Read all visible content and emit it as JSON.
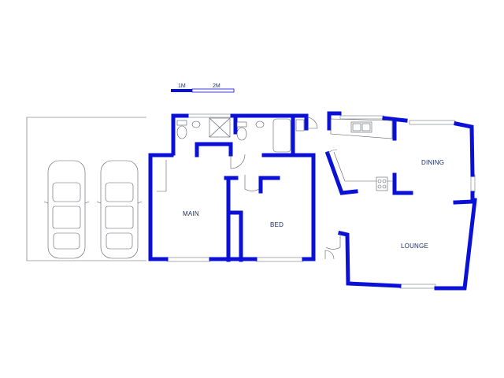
{
  "scale_bar": {
    "label_1": "1M",
    "label_2": "2M"
  },
  "rooms": {
    "main": "MAIN",
    "bed": "BED",
    "dining": "DINING",
    "lounge": "LOUNGE"
  },
  "colors": {
    "wall": "#0a10d6",
    "line": "#555b66",
    "label": "#1a2d6b",
    "background": "#ffffff"
  }
}
